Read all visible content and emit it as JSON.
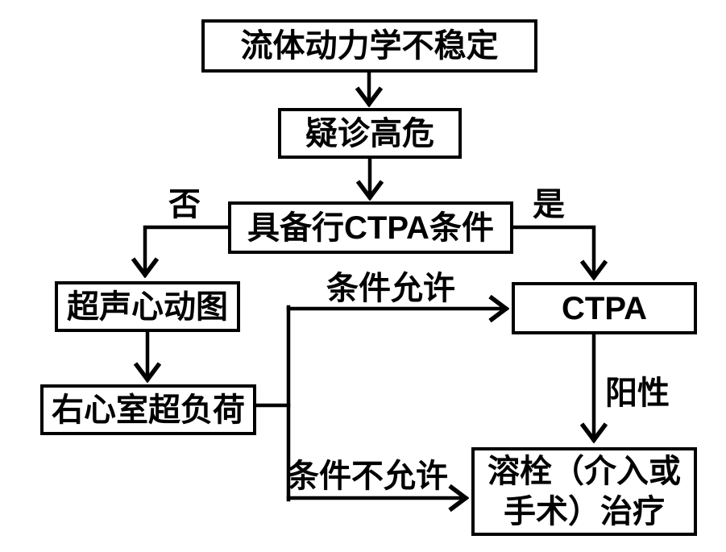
{
  "diagram": {
    "type": "flowchart",
    "language": "zh-CN",
    "topic": "高危肺栓塞诊断流程 (high-risk PE diagnostic pathway)"
  },
  "colors": {
    "background": "#ffffff",
    "line": "#000000",
    "box_border": "#000000",
    "text": "#000000"
  },
  "nodes": {
    "hemodynamic_instability": {
      "label": "流体动力学不稳定"
    },
    "suspected_high_risk": {
      "label": "疑诊高危"
    },
    "ctpa_feasibility": {
      "label": "具备行CTPA条件"
    },
    "echocardiography": {
      "label": "超声心动图"
    },
    "rv_overload": {
      "label": "右心室超负荷"
    },
    "ctpa": {
      "label": "CTPA"
    },
    "thrombolysis": {
      "label": "溶栓（介入或\n手术）治疗"
    }
  },
  "edge_labels": {
    "no": "否",
    "yes": "是",
    "conditions_permit": "条件允许",
    "conditions_not_permit": "条件不允许",
    "positive": "阳性"
  }
}
